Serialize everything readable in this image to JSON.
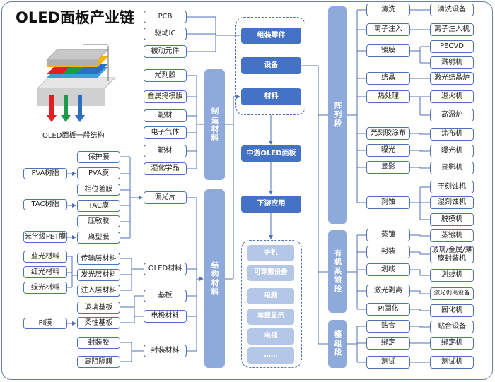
{
  "title": "OLED面板产业链",
  "structure_caption": "OLED面板一般结构",
  "upstream": {
    "raw_materials": [
      "PVA树脂",
      "TAC树脂",
      "光学级PET膜",
      "蓝光材料",
      "红光材料",
      "绿光材料",
      "PI膜"
    ],
    "sub_materials": [
      "保护膜",
      "PVA膜",
      "相位差膜",
      "TAC膜",
      "压敏胶",
      "离型膜",
      "传输层材料",
      "发光层材料",
      "注入层材料",
      "玻璃基板",
      "柔性基板",
      "封装胶",
      "高阻隔膜"
    ],
    "components": [
      "PCB",
      "驱动IC",
      "被动元件"
    ],
    "manufacturing_items": [
      "光刻胶",
      "金属掩模版",
      "靶材",
      "电子气体",
      "靶材",
      "湿化学品"
    ],
    "structural_items": [
      "偏光片",
      "OLED材料",
      "基板",
      "电极材料",
      "封装材料"
    ],
    "manufacturing_bar": "制造材料",
    "structural_bar": "结构材料"
  },
  "center": {
    "assembly": "组装零件",
    "equipment": "设备",
    "materials": "材料",
    "midstream": "中游OLED面板",
    "downstream": "下游应用",
    "applications": [
      "手机",
      "可穿戴设备",
      "电脑",
      "车载显示",
      "电视",
      "……"
    ]
  },
  "equipment": {
    "array": {
      "label": "阵列段",
      "processes": [
        "清洗",
        "离子注入",
        "镀膜",
        "结晶",
        "热处理",
        "光刻胶涂布",
        "曝光",
        "显影",
        "刻蚀"
      ],
      "machines": [
        "清洗设备",
        "离子注入机",
        "PECVD",
        "溅射机",
        "激光结晶炉",
        "退火机",
        "高温炉",
        "涂布机",
        "曝光机",
        "显影机",
        "干刻蚀机",
        "湿刻蚀机",
        "脱模机"
      ]
    },
    "evaporation": {
      "label": "有机蒸镀段",
      "processes": [
        "蒸镀",
        "封装",
        "划线",
        "激光剥离",
        "PI固化"
      ],
      "machines": [
        "蒸镀机",
        "玻璃/金属/薄膜封装机",
        "划线机",
        "激光剥离设备",
        "固化机"
      ]
    },
    "module": {
      "label": "模组段",
      "processes": [
        "贴合",
        "绑定",
        "测试"
      ],
      "machines": [
        "贴合设备",
        "绑定机",
        "测试机"
      ]
    }
  },
  "colors": {
    "dark_blue": "#4472c4",
    "bar_blue": "#8eaadb",
    "light_blue": "#b4c7e7",
    "line": "#4f72b8"
  }
}
